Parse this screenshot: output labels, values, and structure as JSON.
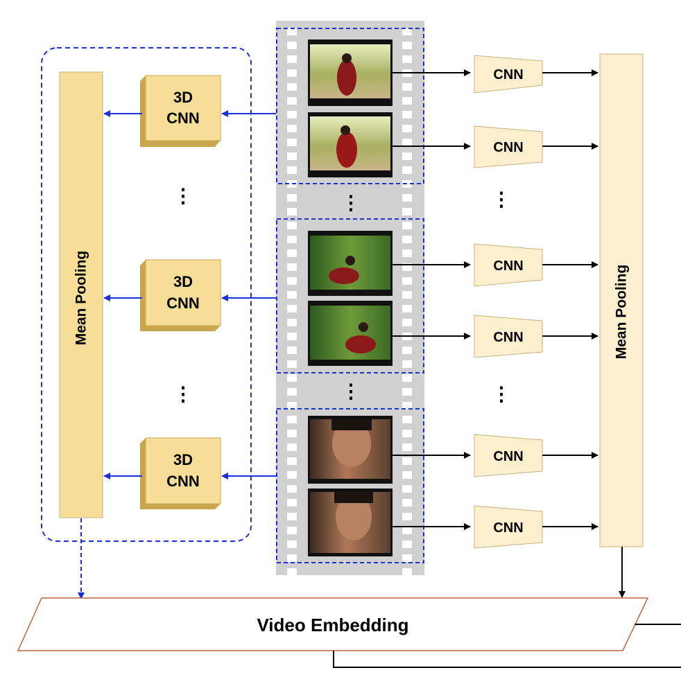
{
  "left_branch": {
    "pooling_label": "Mean Pooling",
    "cnn3d_line1": "3D",
    "cnn3d_line2": "CNN",
    "ellipsis": "⋮"
  },
  "right_branch": {
    "pooling_label": "Mean Pooling",
    "cnn_label": "CNN",
    "ellipsis": "⋮"
  },
  "film_strip": {
    "ellipsis": "⋮"
  },
  "output": {
    "label": "Video Embedding"
  },
  "colors": {
    "pool_fill": "#f7de98",
    "cnn_fill": "#fbefcf",
    "cube_front": "#f7de98",
    "blue": "#1a2fe0",
    "film": "#d0d0d0",
    "embedding_border": "#c0643c"
  }
}
